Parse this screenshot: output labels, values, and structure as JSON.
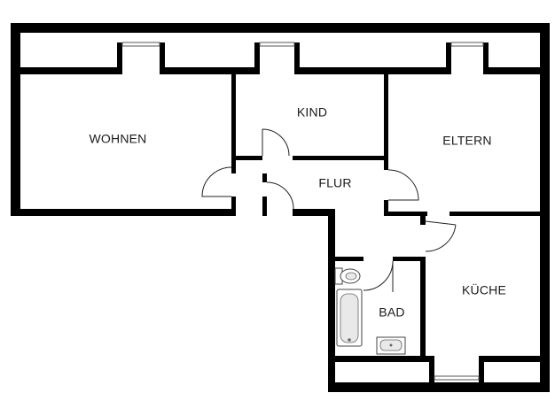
{
  "rooms": {
    "wohnen": "WOHNEN",
    "kind": "KIND",
    "eltern": "ELTERN",
    "flur": "FLUR",
    "bad": "BAD",
    "kueche": "KÜCHE"
  },
  "colors": {
    "wall": "#000000",
    "background": "#ffffff"
  }
}
